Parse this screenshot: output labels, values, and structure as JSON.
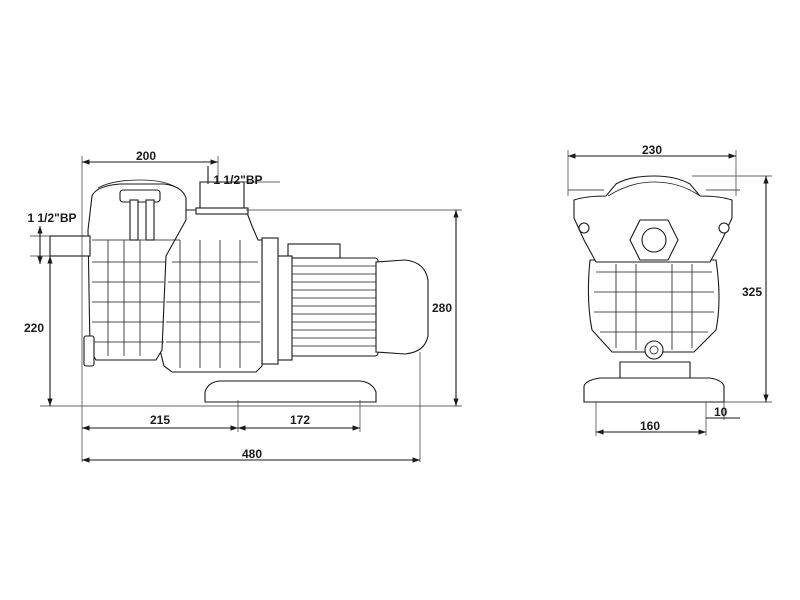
{
  "drawing": {
    "side_view": {
      "dims": {
        "width_200": "200",
        "port_top": "1 1/2\"BP",
        "port_side": "1 1/2\"BP",
        "height_220": "220",
        "height_280": "280",
        "len_215": "215",
        "len_172": "172",
        "len_480": "480"
      }
    },
    "front_view": {
      "dims": {
        "width_230": "230",
        "height_325": "325",
        "base_160": "160",
        "base_10": "10"
      }
    },
    "colors": {
      "line": "#1a1a1a",
      "background": "#ffffff"
    }
  }
}
